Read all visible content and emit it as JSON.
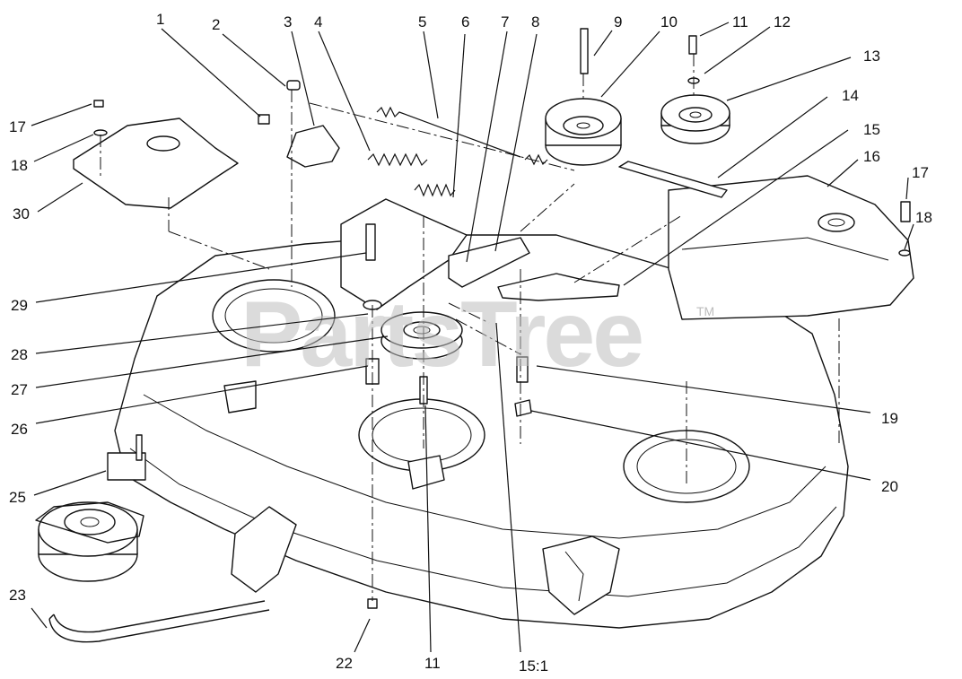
{
  "watermark": {
    "text": "PartsTree",
    "mark": "TM"
  },
  "callouts": [
    {
      "id": "c1",
      "label": "1"
    },
    {
      "id": "c2",
      "label": "2"
    },
    {
      "id": "c3",
      "label": "3"
    },
    {
      "id": "c4",
      "label": "4"
    },
    {
      "id": "c5",
      "label": "5"
    },
    {
      "id": "c6",
      "label": "6"
    },
    {
      "id": "c7",
      "label": "7"
    },
    {
      "id": "c8",
      "label": "8"
    },
    {
      "id": "c9",
      "label": "9"
    },
    {
      "id": "c10",
      "label": "10"
    },
    {
      "id": "c11a",
      "label": "11"
    },
    {
      "id": "c12",
      "label": "12"
    },
    {
      "id": "c13",
      "label": "13"
    },
    {
      "id": "c14",
      "label": "14"
    },
    {
      "id": "c15",
      "label": "15"
    },
    {
      "id": "c16",
      "label": "16"
    },
    {
      "id": "c17a",
      "label": "17"
    },
    {
      "id": "c18a",
      "label": "18"
    },
    {
      "id": "c17b",
      "label": "17"
    },
    {
      "id": "c18b",
      "label": "18"
    },
    {
      "id": "c30",
      "label": "30"
    },
    {
      "id": "c29",
      "label": "29"
    },
    {
      "id": "c28",
      "label": "28"
    },
    {
      "id": "c27",
      "label": "27"
    },
    {
      "id": "c26",
      "label": "26"
    },
    {
      "id": "c25",
      "label": "25"
    },
    {
      "id": "c23",
      "label": "23"
    },
    {
      "id": "c22",
      "label": "22"
    },
    {
      "id": "c11b",
      "label": "11"
    },
    {
      "id": "c151",
      "label": "15:1"
    },
    {
      "id": "c19",
      "label": "19"
    },
    {
      "id": "c20",
      "label": "20"
    }
  ]
}
